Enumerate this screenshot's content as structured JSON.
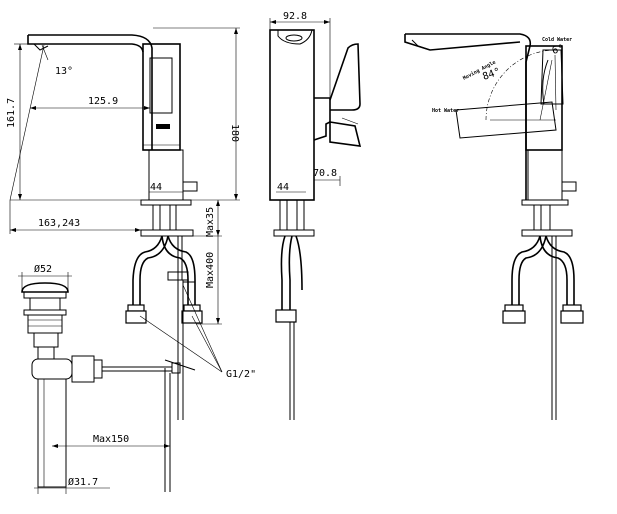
{
  "dimensions": {
    "angle_13": "13°",
    "d_125_9": "125.9",
    "d_161_7": "161.7",
    "d_180": "180",
    "d_44_a": "44",
    "d_163_243": "163,243",
    "max35": "Max35",
    "max400": "Max400",
    "d_92_8": "92.8",
    "d_70_8": "70.8",
    "d_44_b": "44",
    "dia_52": "Ø52",
    "g_half": "G1/2\"",
    "max150": "Max150",
    "dia_31_7": "Ø31.7"
  },
  "annotations": {
    "cold_water": "Cold Water",
    "hot_water": "Hot Water",
    "moving_angle": "Moving Angle",
    "angle_84": "84°",
    "angle_6": "6°"
  }
}
